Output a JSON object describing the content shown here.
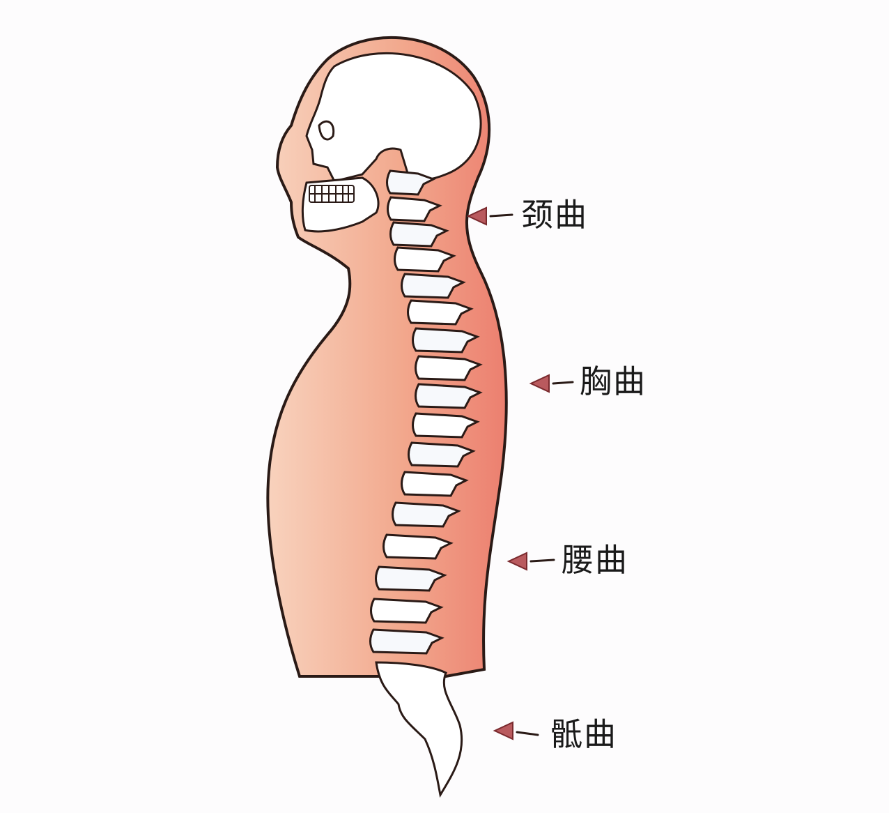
{
  "diagram": {
    "labels": [
      {
        "id": "cervical",
        "text": "颈曲"
      },
      {
        "id": "thoracic",
        "text": "胸曲"
      },
      {
        "id": "lumbar",
        "text": "腰曲"
      },
      {
        "id": "sacral",
        "text": "骶曲"
      }
    ],
    "colors": {
      "background": "#fdfcfd",
      "skin": "#f5c3a6",
      "skin_inner": "#ef8f78",
      "outline": "#2a1a16",
      "bone": "#ffffff",
      "bone_shade": "#dfe6ee",
      "arrow": "#b95a5e"
    }
  }
}
